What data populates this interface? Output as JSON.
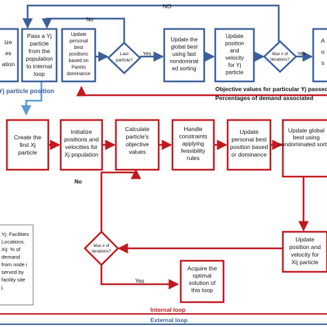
{
  "outer": {
    "box1": [
      "ize",
      "es",
      "ation"
    ],
    "box2": [
      "Pass a Yj",
      "particle",
      "from the",
      "population",
      "to internal",
      "loop"
    ],
    "box3": [
      "Update",
      "personal",
      "best",
      "positions",
      "based on",
      "Pareto",
      "dominance"
    ],
    "decision1": [
      "Last",
      "particle?"
    ],
    "box4": [
      "Update the",
      "global best",
      "using fast",
      "nondominat",
      "ed sorting"
    ],
    "box5": [
      "Update",
      "position",
      "and",
      "velocity",
      "for Yj",
      "particle"
    ],
    "decision2": [
      "Max # of",
      "iterations?"
    ],
    "box6": [
      "A",
      "o",
      "s"
    ],
    "label_no_top": "NO",
    "label_no_small": "No",
    "label_yes1": "Yes",
    "label_yes2": "Yes",
    "yj_position": "Yj particle position",
    "objective_note": "Objective values for particular Yj passed",
    "demand_note": "Percentages of demand associated"
  },
  "inner": {
    "box1": [
      "Create the",
      "first Xj",
      "particle"
    ],
    "box2": [
      "Initialize",
      "positions and",
      "velocities for",
      "Xj population"
    ],
    "box3": [
      "Calculate",
      "particle's",
      "objective",
      "values"
    ],
    "box4": [
      "Handle",
      "constraints",
      "applying",
      "feasibility",
      "rules"
    ],
    "box5": [
      "Update",
      "personal best",
      "position based",
      "or dominance"
    ],
    "box6": [
      "Update global",
      "best using",
      "nondominated sorting"
    ],
    "box7": [
      "Update",
      "position and",
      "velocity for",
      "Xij particle"
    ],
    "decision": [
      "Max # of",
      "iterations?"
    ],
    "box8": [
      "Acquire the",
      "optimal",
      "solution of",
      "this loop"
    ],
    "label_no": "No",
    "label_yes": "Yes"
  },
  "legend": {
    "lines": [
      "Yj: Facilities",
      "Locations.",
      "",
      "Xij: % of",
      "demand",
      "from node i",
      "served by",
      "facility site",
      "j."
    ]
  },
  "footer": {
    "internal_loop": "Internal loop",
    "external_loop": "External loop"
  },
  "colors": {
    "blue": "#3b5f9a",
    "lightblue": "#5b9bd5",
    "red": "#c0191f",
    "black": "#111111"
  }
}
